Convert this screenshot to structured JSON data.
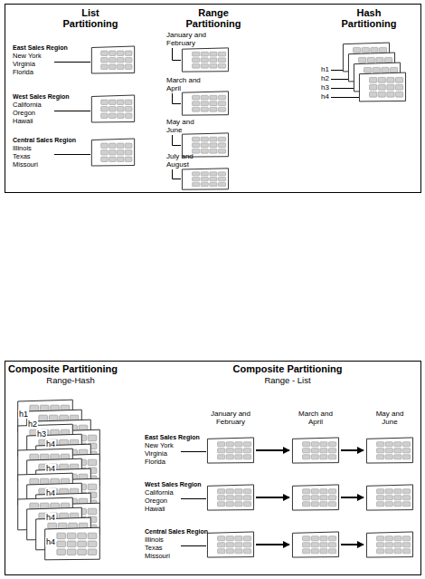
{
  "diagram": {
    "labels": [
      "List Partitioning",
      "Range Partitioning",
      "Hash Partitioning",
      "East Sales Region",
      "New York",
      "Virginia",
      "Florida",
      "West Sales Region",
      "California",
      "Oregon",
      "Hawaii",
      "Central Sales Region",
      "Illinois",
      "Texas",
      "Missouri",
      "January and February",
      "March and April",
      "May and June",
      "July and August",
      "h1",
      "h2",
      "h3",
      "h4",
      "Composite Partitioning",
      "Range-Hash",
      "h1",
      "h2",
      "h3",
      "h4",
      "h4",
      "h4",
      "h4",
      "h4",
      "Composite Partitioning",
      "Range - List",
      "January and February",
      "March and April",
      "May and June",
      "East Sales Region",
      "New York",
      "Virginia",
      "Florida",
      "West Sales Region",
      "California",
      "Oregon",
      "Hawaii",
      "Central Sales Region",
      "Illinois",
      "Texas",
      "Missouri"
    ]
  }
}
